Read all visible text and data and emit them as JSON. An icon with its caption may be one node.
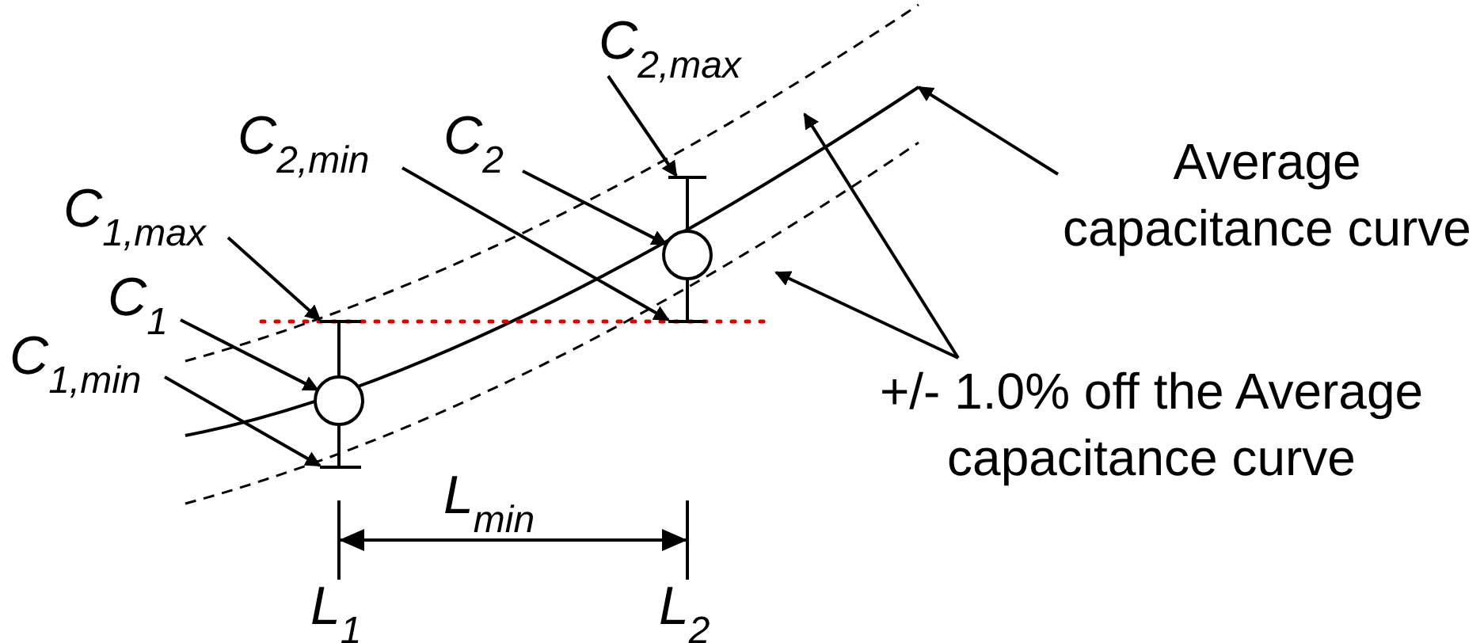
{
  "diagram": {
    "nodes": [
      {
        "text": [
          "C$_{1,max}$"
        ]
      },
      {
        "text": [
          "C$_{1}$"
        ]
      },
      {
        "text": [
          "C$_{1,min}$"
        ]
      },
      {
        "text": [
          "C$_{2,min}$"
        ]
      },
      {
        "text": [
          "C$_{2}$"
        ]
      },
      {
        "text": [
          "C$_{2,max}$"
        ]
      },
      {
        "text": [
          "Average capacitance curve"
        ]
      },
      {
        "text": [
          "+/- 1.0% off the Average capacitance curve"
        ]
      },
      {
        "text": [],
        "shape": "circle"
      },
      {
        "text": [],
        "shape": "bar"
      },
      {
        "text": [],
        "shape": "bar"
      },
      {
        "text": [],
        "shape": "circle"
      },
      {
        "text": [],
        "shape": "bar"
      },
      {
        "text": [],
        "shape": "bar"
      }
    ],
    "edges": [
      {
        "from": 0,
        "to": 9,
        "arrow": "to"
      },
      {
        "from": 1,
        "to": 8,
        "arrow": "to"
      },
      {
        "from": 2,
        "to": 10,
        "arrow": "to"
      },
      {
        "from": 3,
        "to": 13,
        "arrow": "to"
      },
      {
        "from": 4,
        "to": 11,
        "arrow": "to"
      },
      {
        "from": 5,
        "to": 12,
        "arrow": "to"
      },
      {
        "from": 6,
        "to": null,
        "arrow": "to"
      },
      {
        "from": 7,
        "to": null,
        "arrow": "to"
      },
      {
        "from": 7,
        "to": null,
        "arrow": "to"
      }
    ],
    "labels": [
      "L$_{min}$",
      "L$_{1}$",
      "L$_{2}$"
    ]
  }
}
